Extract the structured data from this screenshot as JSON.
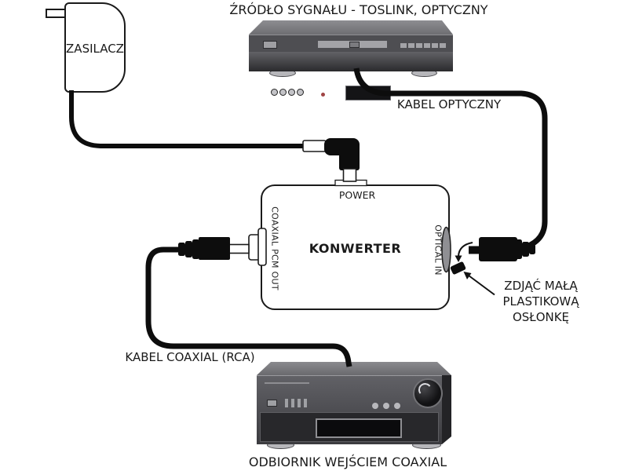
{
  "title": "ŹRÓDŁO SYGNAŁU - TOSLINK, OPTYCZNY",
  "adapter": {
    "label": "ZASILACZ"
  },
  "converter": {
    "label": "KONWERTER",
    "power_port": "POWER",
    "coax_port": "COAXIAL PCM OUT",
    "optical_port": "OPTICAL IN"
  },
  "cables": {
    "optical": "KABEL OPTYCZNY",
    "coaxial": "KABEL COAXIAL (RCA)"
  },
  "receiver": {
    "label": "ODBIORNIK WEJŚCIEM COAXIAL"
  },
  "note": {
    "line1": "ZDJĄĆ MAŁĄ",
    "line2": "PLASTIKOWĄ",
    "line3": "OSŁONKĘ"
  },
  "colors": {
    "line": "#1a1a1a",
    "device_top": "#86868a",
    "device_front": "#4e4e52",
    "device_dark": "#2a2a2d",
    "display": "#0d0d0f",
    "accent_red": "#a04545",
    "background": "#ffffff"
  }
}
